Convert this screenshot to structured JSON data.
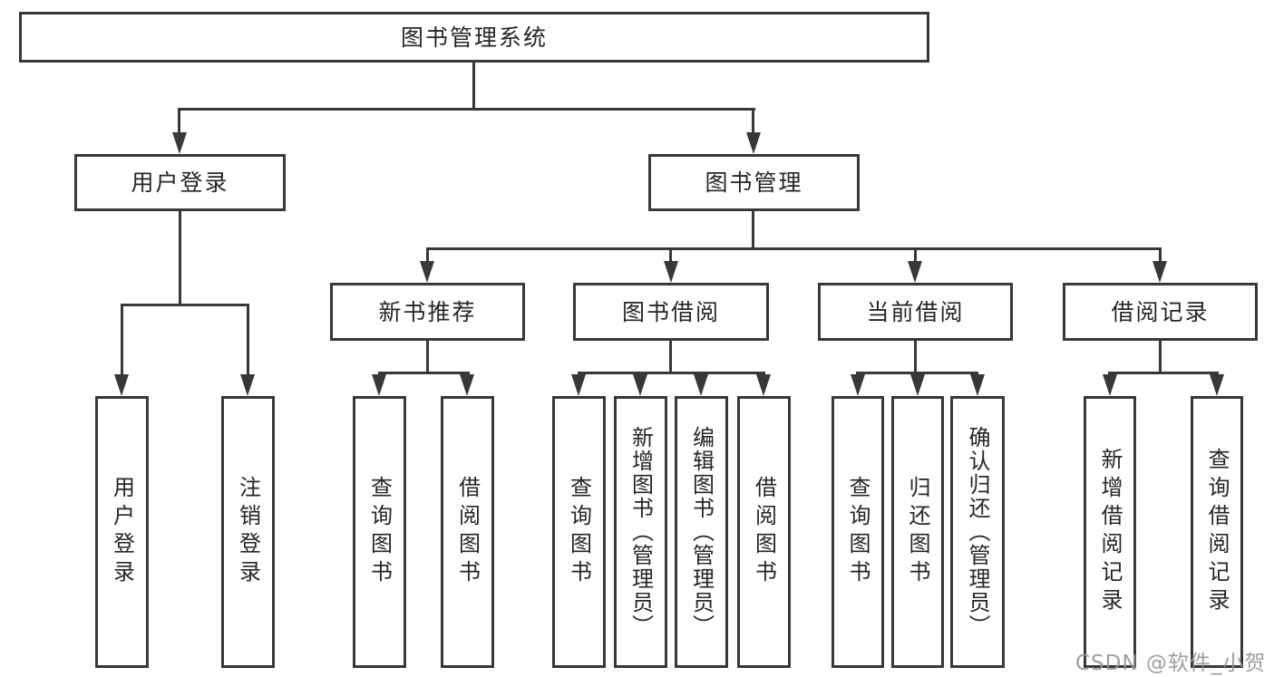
{
  "diagram": {
    "title": "图书管理系统",
    "nodes": {
      "root": "图书管理系统",
      "user_login": "用户登录",
      "book_mgmt": "图书管理",
      "level3": [
        "新书推荐",
        "图书借阅",
        "当前借阅",
        "借阅记录"
      ],
      "leaves": [
        "用户登录",
        "注销登录",
        "查询图书",
        "借阅图书",
        "查询图书",
        "新增图书（管理员）",
        "编辑图书（管理员）",
        "借阅图书",
        "查询图书",
        "归还图书",
        "确认归还（管理员）",
        "新增借阅记录",
        "查询借阅记录"
      ]
    }
  },
  "watermark": "CSDN @软件_小贺同学",
  "colors": {
    "line": "#383838",
    "border": "#383838",
    "text": "#262626",
    "watermark": "#949494",
    "background": "#ffffff"
  }
}
